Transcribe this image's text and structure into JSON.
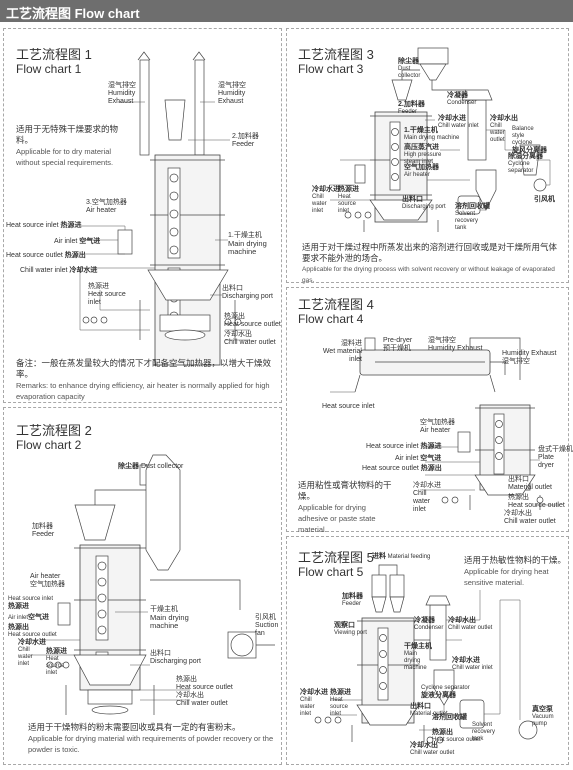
{
  "header": {
    "title": "工艺流程图 Flow chart"
  },
  "panels": {
    "p1": {
      "title_cn": "工艺流程图 1",
      "title_en": "Flow chart 1",
      "desc_cn": "适用于无特殊干燥要求的物料。",
      "desc_en": "Applicable for to dry material without special requirements.",
      "labels": {
        "exhaust_left_cn": "湿气排空",
        "exhaust_left_en": "Humidity Exhaust",
        "exhaust_right_cn": "湿气排空",
        "exhaust_right_en": "Humidity Exhaust",
        "feeder_cn": "2.加料器",
        "feeder_en": "Feeder",
        "air_heater_cn": "3.空气加热器",
        "air_heater_en": "Air heater",
        "heat_in_en": "Heat source inlet",
        "heat_in_cn": "热源进",
        "air_in_en": "Air inlet",
        "air_in_cn": "空气进",
        "heat_out_en": "Heat source outlet",
        "heat_out_cn": "热源出",
        "main_cn": "1.干燥主机",
        "main_en": "Main drying machine",
        "chill_in_en": "Chill water inlet",
        "chill_in_cn": "冷却水进",
        "heat_src_inlet_cn": "热源进",
        "heat_src_inlet_en": "Heat source inlet",
        "discharge_cn": "出料口",
        "discharge_en": "Discharging port",
        "heat_src_out_cn": "热源出",
        "heat_src_out_en": "Heat source outlet",
        "chill_out_cn": "冷却水出",
        "chill_out_en": "Chill water outlet"
      },
      "remark_cn": "备注：一般在蒸发量较大的情况下才配备空气加热器，以增大干燥效率。",
      "remark_en": "Remarks: to enhance drying efficiency, air heater is normally applied for high evaporation capacity"
    },
    "p2": {
      "title_cn": "工艺流程图 2",
      "title_en": "Flow chart 2",
      "labels": {
        "dust_cn": "除尘器",
        "dust_en": "Dust collector",
        "feeder_cn": "加料器",
        "feeder_en": "Feeder",
        "air_heater_en": "Air heater",
        "air_heater_cn": "空气加热器",
        "heat_in_en": "Heat source inlet",
        "heat_in_cn": "热源进",
        "air_inlet_en": "Air inlet",
        "air_inlet_cn": "空气进",
        "heat_out_cn": "热源出",
        "heat_out_en": "Heat source outlet",
        "chill_in_cn": "冷却水进",
        "chill_in_en": "Chill water inlet",
        "heat_inlet2_cn": "热源进",
        "heat_inlet2_en": "Heat source inlet",
        "main_cn": "干燥主机",
        "main_en": "Main drying machine",
        "fan_cn": "引风机",
        "fan_en": "Suction fan",
        "discharge_cn": "出料口",
        "discharge_en": "Discharging port",
        "heat_out2_cn": "热源出",
        "heat_out2_en": "Heat source outlet",
        "chill_out_cn": "冷却水出",
        "chill_out_en": "Chill water outlet"
      },
      "desc_cn": "适用于干燥物料的粉末需要回收或具有一定的有害粉末。",
      "desc_en": "Applicable for drying material with requirements of powder recovery or the powder is toxic."
    },
    "p3": {
      "title_cn": "工艺流程图 3",
      "title_en": "Flow chart 3",
      "labels": {
        "dust_cn": "除尘器",
        "dust_en": "Dust collector",
        "feeder_cn": "2.加料器",
        "feeder_en": "Feeder",
        "condenser_cn": "冷凝器",
        "condenser_en": "Condenser",
        "chill_in_cn": "冷却水进",
        "chill_in_en": "Chill water inlet",
        "chill_out_cn": "冷却水出",
        "chill_out_en": "Chill water outlet",
        "main_cn": "1.干燥主机",
        "main_en": "Main drying machine",
        "steam_in_cn": "高压蒸汽进",
        "steam_in_en": "High pressure steam inlet",
        "air_heater_cn": "空气加热器",
        "air_heater_en": "Air heater",
        "cyclone_cn": "旋风分离器",
        "cyclone_en": "Balance style cyclone",
        "separator_cn": "除湿分离器",
        "separator_en": "Cyclone separator",
        "chill_water_inlet_cn": "冷却水进",
        "chill_water_inlet_en": "Chill water inlet",
        "heat_src_cn": "热源进",
        "heat_src_en": "Heat source inlet",
        "discharge_cn": "出料口",
        "discharge_en": "Discharging port",
        "tank_cn": "溶剂回收罐",
        "tank_en": "Solvent recovery tank",
        "fan_cn": "引风机"
      },
      "desc_cn": "适用于对干燥过程中所蒸发出来的溶剂进行回收或是对干燥所用气体要求不能外泄的场合。",
      "desc_en": "Applicable for the drying process with solvent recovery or without leakage of evaporated gas."
    },
    "p4": {
      "title_cn": "工艺流程图 4",
      "title_en": "Flow chart 4",
      "labels": {
        "wet_in_cn": "湿料进",
        "wet_in_en": "Wet material inlet",
        "predryer_en": "Pre-dryer",
        "predryer_cn": "预干燥机",
        "exhaust_cn": "湿气排空",
        "exhaust_en": "Humidity Exhaust",
        "exhaust2_en": "Humidity Exhaust",
        "exhaust2_cn": "湿气排空",
        "heat_src_in_en": "Heat source inlet",
        "air_heater_cn": "空气加热器",
        "air_heater_en": "Air heater",
        "heat_in_en": "Heat source inlet",
        "heat_in_cn": "热源进",
        "air_in_en": "Air inlet",
        "air_in_cn": "空气进",
        "heat_out_en": "Heat source outlet",
        "heat_out_cn": "热源出",
        "plate_cn": "盘式干燥机",
        "plate_en": "Plate dryer",
        "chill_in_cn": "冷却水进",
        "chill_in_en": "Chill water inlet",
        "mat_out_cn": "出料口",
        "mat_out_en": "Material outlet",
        "heat_out2_cn": "热源出",
        "heat_out2_en": "Heat source outlet",
        "chill_out_cn": "冷却水出",
        "chill_out_en": "Chill water outlet"
      },
      "desc_cn": "适用粘性或膏状物料的干燥。",
      "desc_en": "Applicable for drying adhesive or paste state material."
    },
    "p5": {
      "title_cn": "工艺流程图 5",
      "title_en": "Flow chart 5",
      "labels": {
        "feeding_cn": "进料",
        "feeding_en": "Material feeding",
        "feeder_cn": "加料器",
        "feeder_en": "Feeder",
        "viewport_cn": "观察口",
        "viewport_en": "Viewing port",
        "condenser_cn": "冷凝器",
        "condenser_en": "Condenser",
        "chill_out_cn": "冷却水出",
        "chill_out_en": "Chill water outlet",
        "main_cn": "干燥主机",
        "main_en": "Main drying machine",
        "chill_in_cn": "冷却水进",
        "chill_in_en": "Chill water inlet",
        "cyclone_cn": "旋液分离器",
        "cyclone_en": "Cyclone separator",
        "heat_src_cn": "热源进",
        "heat_src_en": "Heat source inlet",
        "chill_in2_cn": "冷却水进",
        "chill_in2_en": "Chill water inlet",
        "mat_out_cn": "出料口",
        "mat_out_en": "Material outlet",
        "tank_cn": "溶剂回收罐",
        "tank_en": "Solvent recovery tank",
        "heat_out_cn": "热源出",
        "heat_out_en": "Heat source outlet",
        "chill_out2_cn": "冷却水出",
        "chill_out2_en": "Chill water outlet",
        "pump_cn": "真空泵",
        "pump_en": "Vacuum pump"
      },
      "desc_cn": "适用于热敏性物料的干燥。",
      "desc_en": "Applicable for drying heat sensitive material."
    }
  }
}
